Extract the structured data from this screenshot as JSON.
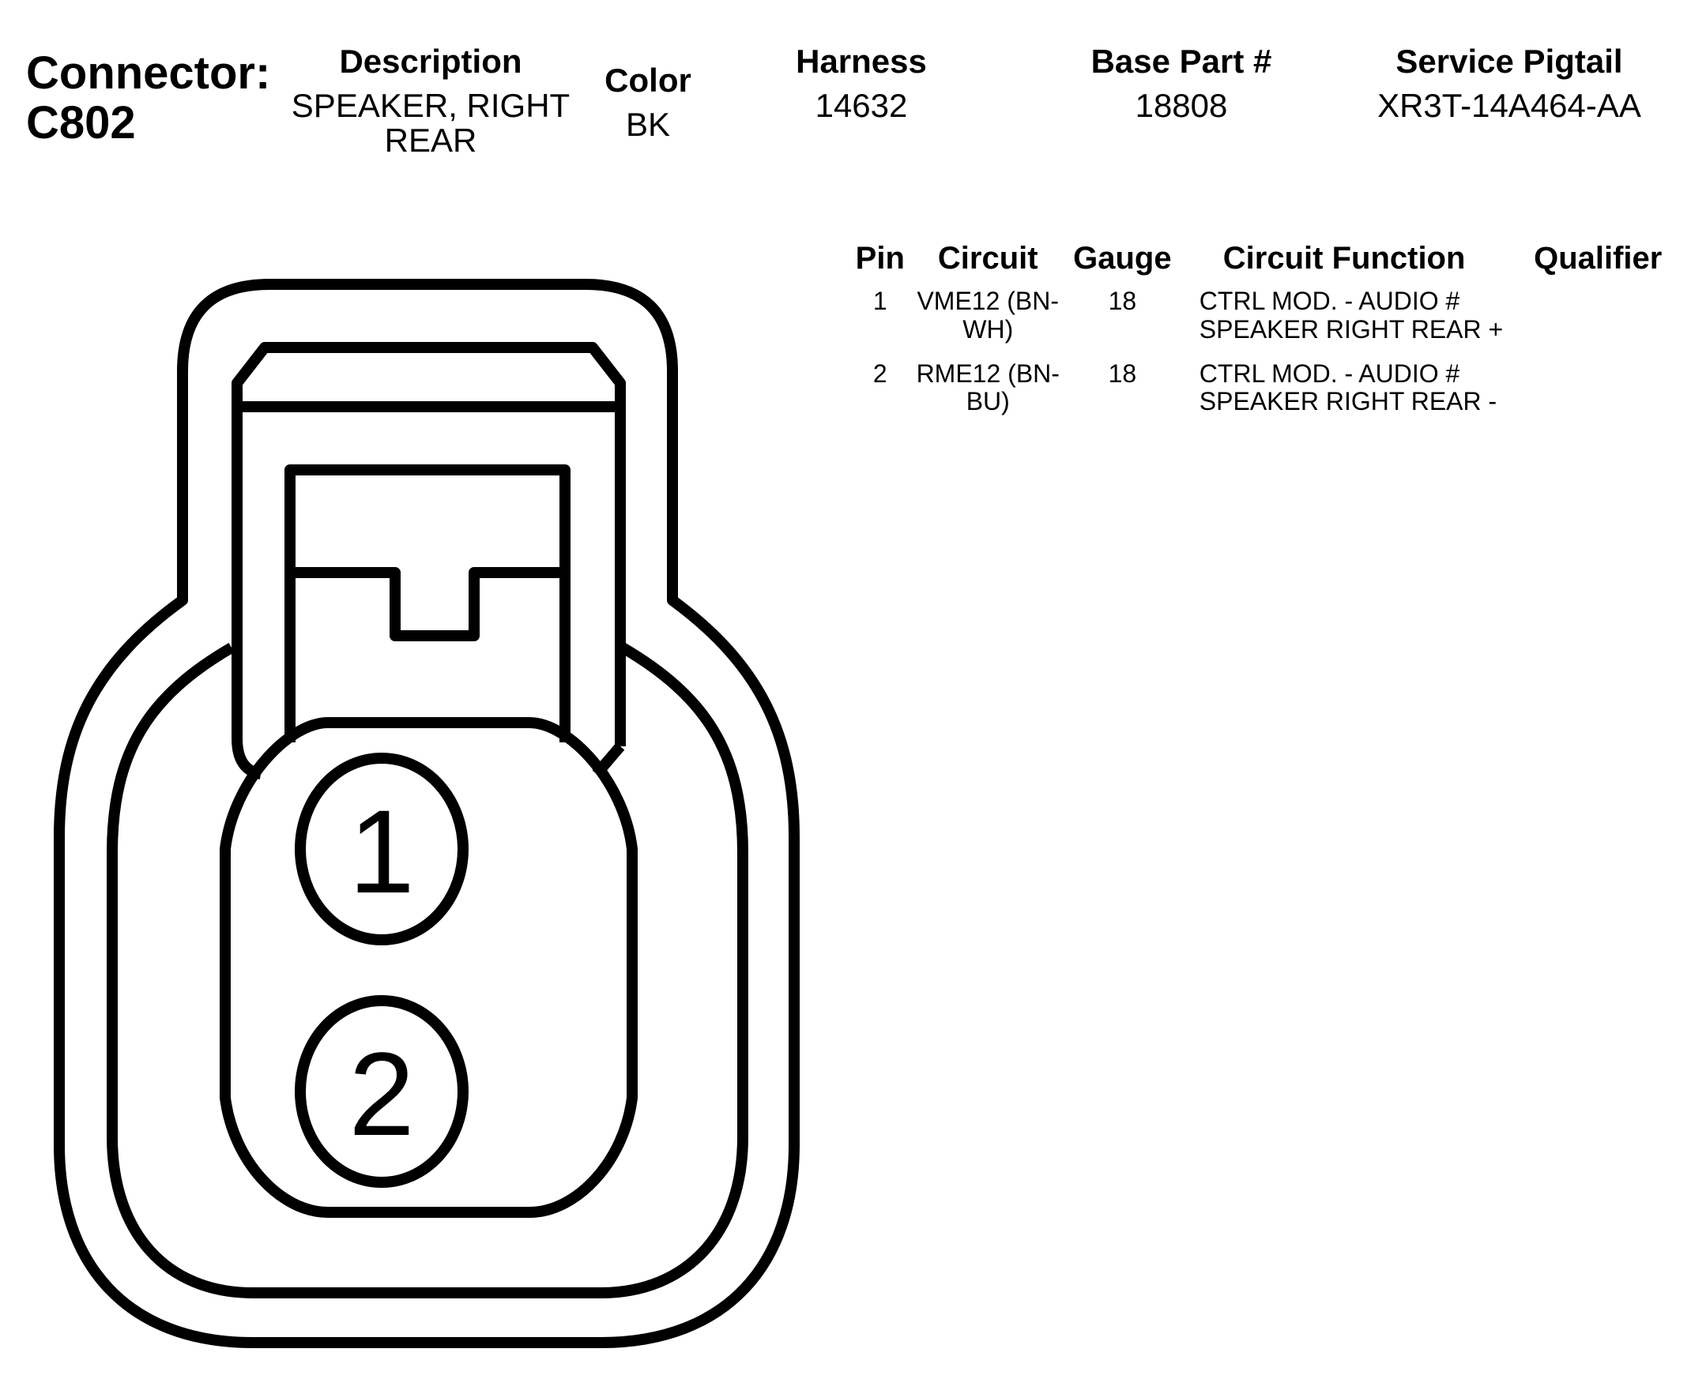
{
  "connector": {
    "label": "Connector:",
    "id": "C802"
  },
  "header": {
    "description": {
      "title": "Description",
      "value": "SPEAKER, RIGHT REAR"
    },
    "color": {
      "title": "Color",
      "value": "BK"
    },
    "harness": {
      "title": "Harness",
      "value": "14632"
    },
    "base_part": {
      "title": "Base Part #",
      "value": "18808"
    },
    "service_pigtail": {
      "title": "Service Pigtail",
      "value": "XR3T-14A464-AA"
    }
  },
  "pin_table": {
    "columns": [
      "Pin",
      "Circuit",
      "Gauge",
      "Circuit Function",
      "Qualifier"
    ],
    "rows": [
      {
        "pin": "1",
        "circuit": "VME12 (BN-WH)",
        "gauge": "18",
        "function": "CTRL MOD. - AUDIO # SPEAKER RIGHT REAR +",
        "qualifier": ""
      },
      {
        "pin": "2",
        "circuit": "RME12 (BN-BU)",
        "gauge": "18",
        "function": "CTRL MOD. - AUDIO # SPEAKER RIGHT REAR -",
        "qualifier": ""
      }
    ]
  },
  "diagram": {
    "pins": [
      "1",
      "2"
    ],
    "stroke_color": "#000000"
  }
}
